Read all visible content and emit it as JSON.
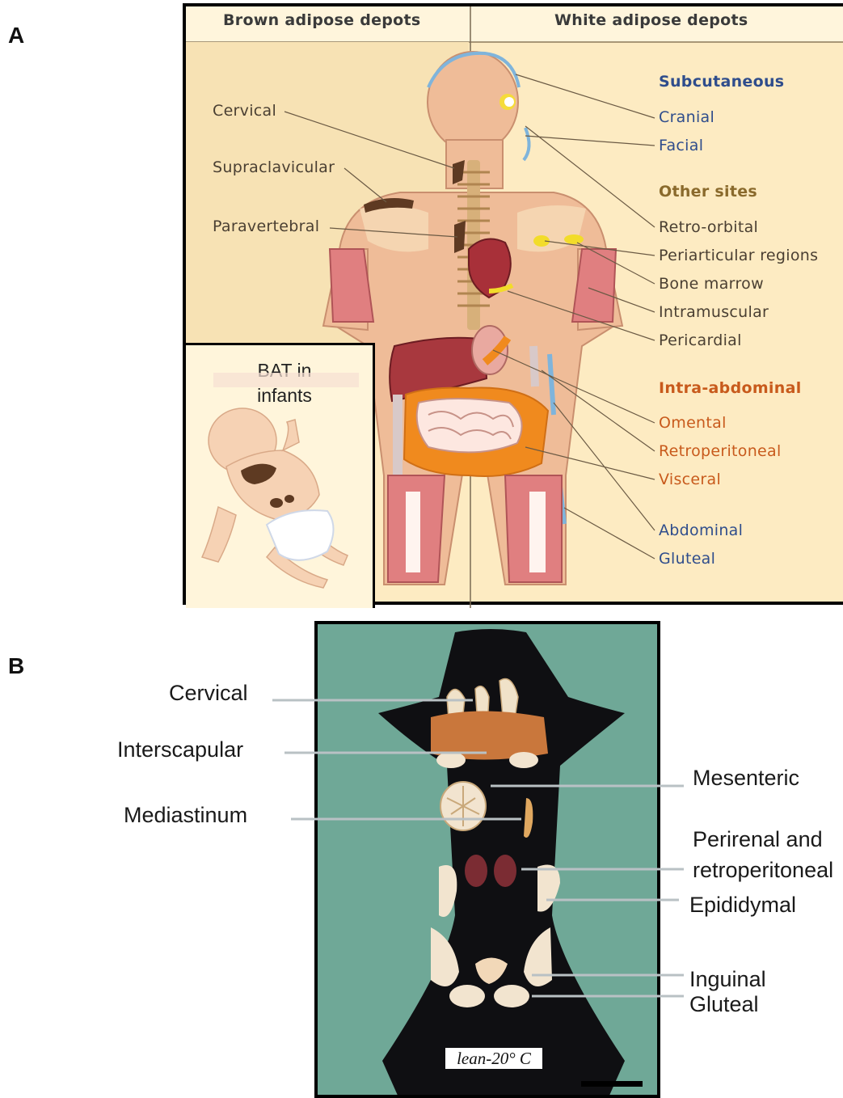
{
  "panels": {
    "a_letter": "A",
    "b_letter": "B"
  },
  "panel_a": {
    "header_left": "Brown adipose depots",
    "header_right": "White adipose depots",
    "brown_labels": [
      "Cervical",
      "Supraclavicular",
      "Paravertebral"
    ],
    "subcutaneous": {
      "heading": "Subcutaneous",
      "items": [
        "Cranial",
        "Facial"
      ]
    },
    "other_sites": {
      "heading": "Other sites",
      "items": [
        "Retro-orbital",
        "Periarticular regions",
        "Bone marrow",
        "Intramuscular",
        "Pericardial"
      ]
    },
    "intra_abdominal": {
      "heading": "Intra-abdominal",
      "items": [
        "Omental",
        "Retroperitoneal",
        "Visceral"
      ]
    },
    "lower_subcutaneous": [
      "Abdominal",
      "Gluteal"
    ],
    "inset_title_line1": "BAT in",
    "inset_title_line2": "infants",
    "colors": {
      "brown_fat": "#5e3a22",
      "skin": "#f0bf9c",
      "background": "#fdebc2",
      "blue_text": "#2f4d8c",
      "orange_text": "#c85a1c",
      "yellow_fat": "#f2dc2a",
      "orange_fat": "#f08a1e"
    }
  },
  "panel_b": {
    "left_labels": [
      "Cervical",
      "Interscapular",
      "Mediastinum"
    ],
    "right_labels": [
      "Mesenteric",
      "Perirenal and",
      "retroperitoneal",
      "Epididymal",
      "Inguinal",
      "Gluteal"
    ],
    "photo_caption": "lean-20° C",
    "colors": {
      "backdrop": "#6fa897",
      "silhouette": "#0f0f12",
      "fat_tissue": "#f2e4cf",
      "brown_tissue": "#c9773c"
    }
  }
}
